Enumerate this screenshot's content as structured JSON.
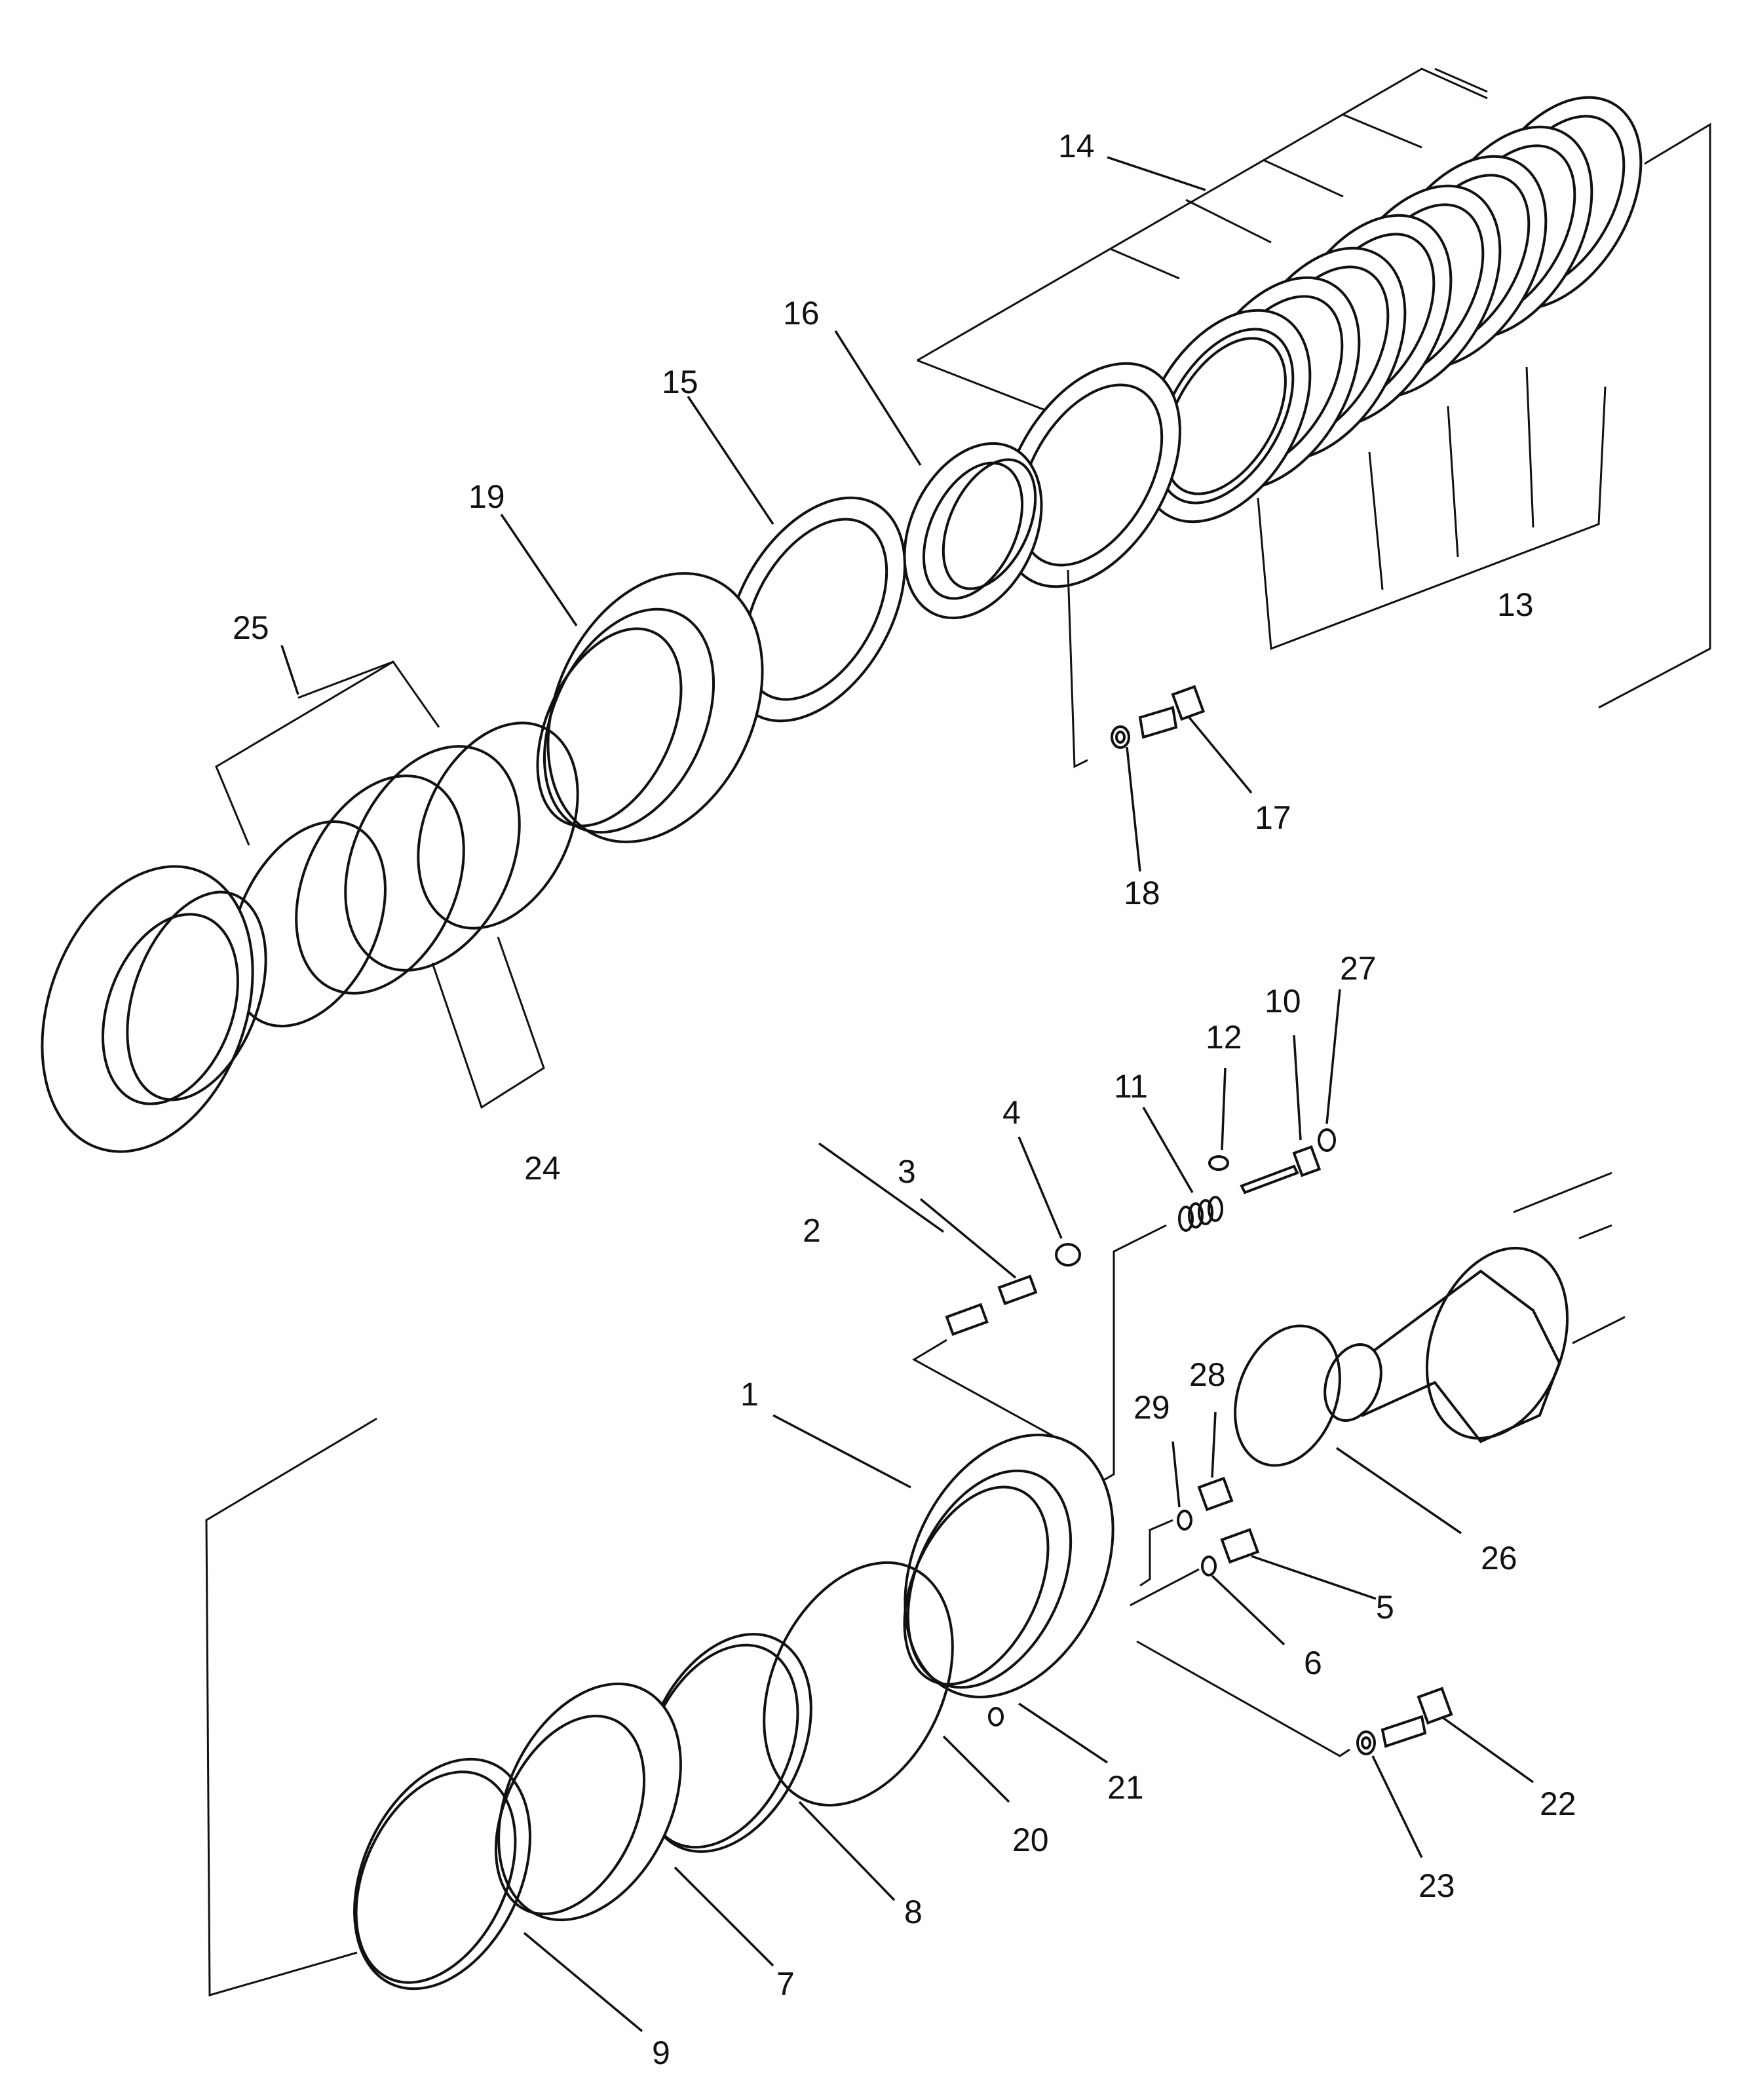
{
  "callouts": {
    "c1": "1",
    "c2": "2",
    "c3": "3",
    "c4": "4",
    "c5": "5",
    "c6": "6",
    "c7": "7",
    "c8": "8",
    "c9": "9",
    "c10": "10",
    "c11": "11",
    "c12": "12",
    "c13": "13",
    "c14": "14",
    "c15": "15",
    "c16": "16",
    "c17": "17",
    "c18": "18",
    "c19": "19",
    "c20": "20",
    "c21": "21",
    "c22": "22",
    "c23": "23",
    "c24": "24",
    "c25": "25",
    "c26": "26",
    "c27": "27",
    "c28": "28",
    "c29": "29"
  },
  "colors": {
    "line": "#111111",
    "background": "#ffffff"
  }
}
